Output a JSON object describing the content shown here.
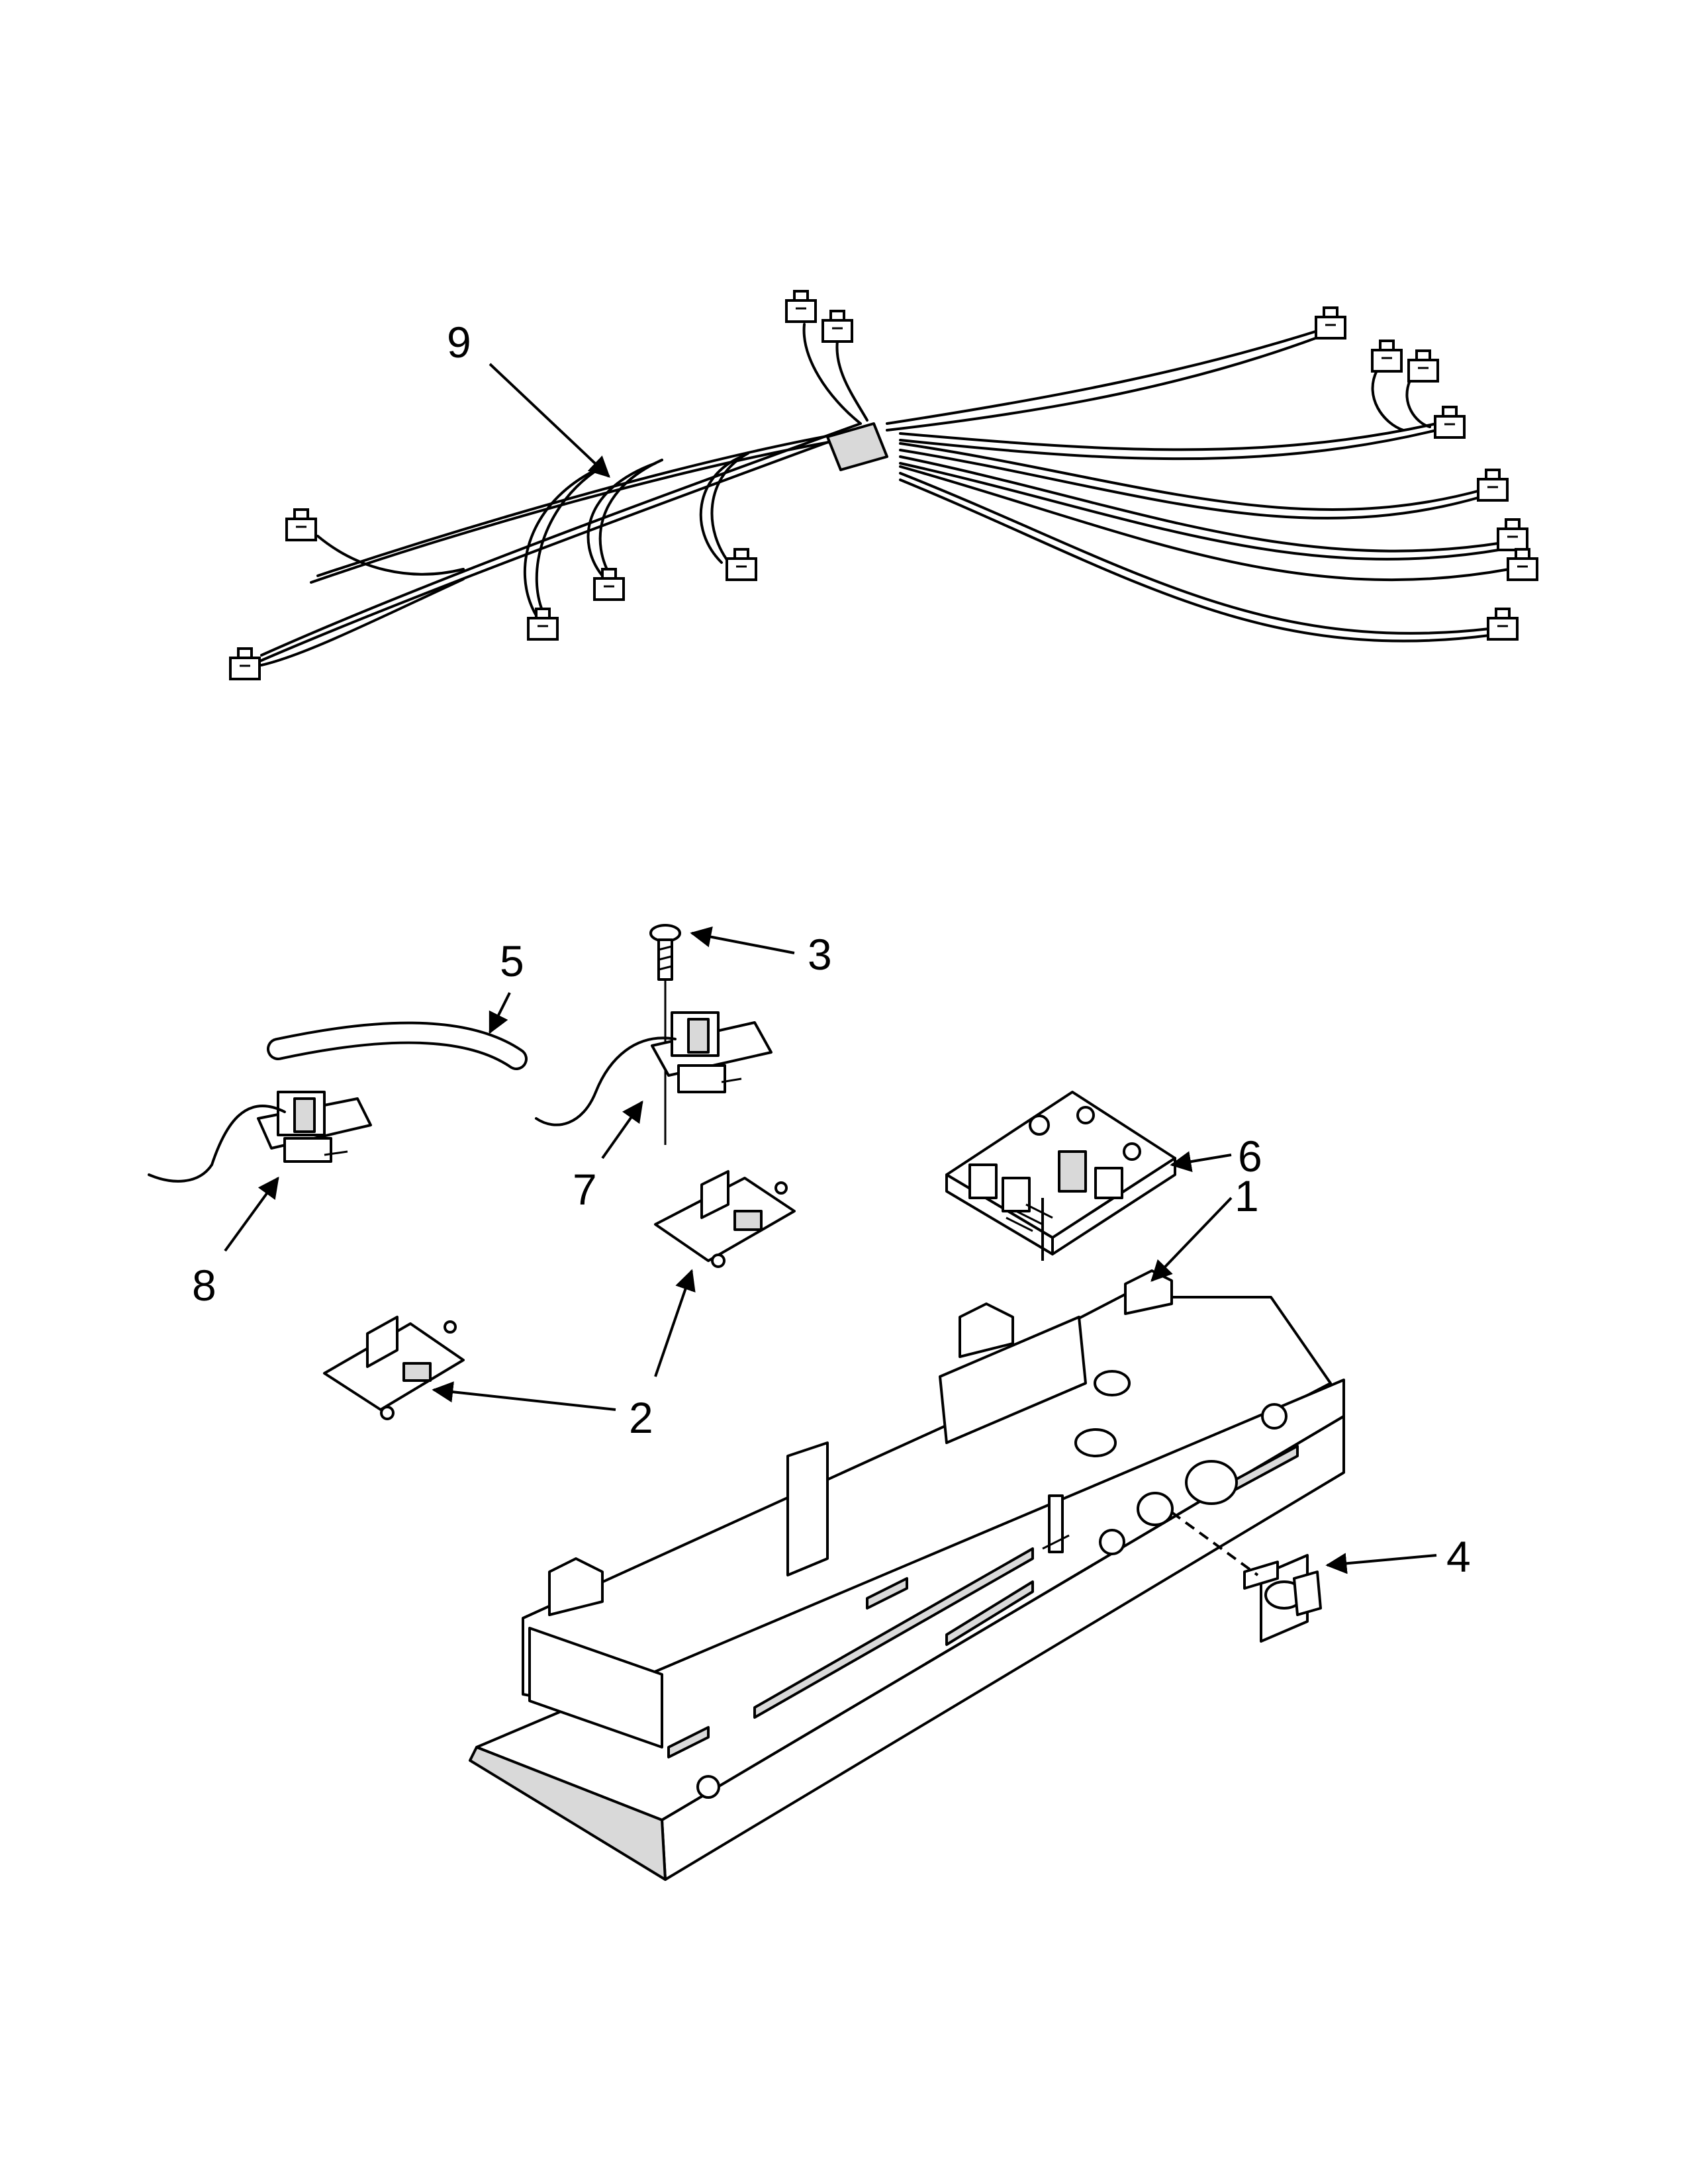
{
  "callouts": {
    "p1": "1",
    "p2": "2",
    "p3": "3",
    "p4": "4",
    "p5": "5",
    "p6": "6",
    "p7": "7",
    "p8": "8",
    "p9": "9"
  }
}
